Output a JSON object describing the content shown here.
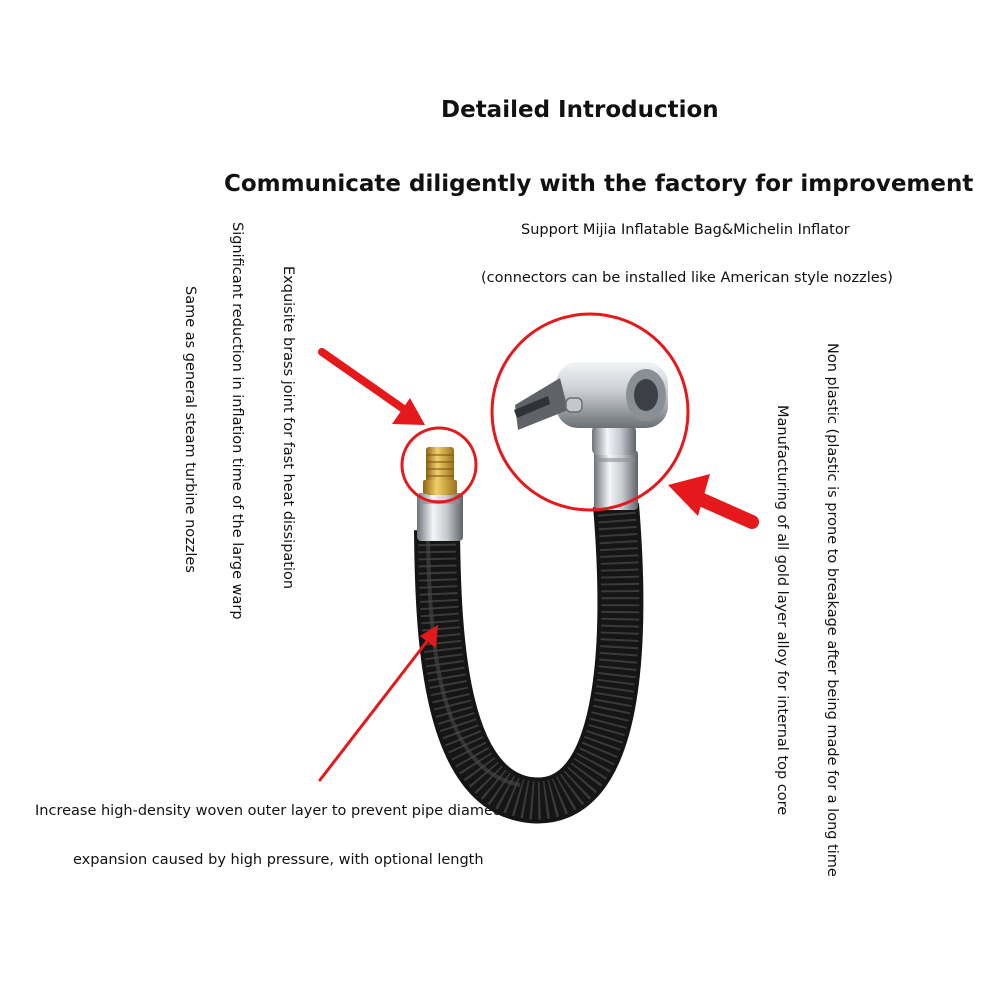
{
  "heading": {
    "title": "Detailed Introduction",
    "subtitle": "Communicate diligently with the factory for improvement"
  },
  "support": {
    "line1": "Support Mijia Inflatable Bag&Michelin Inflator",
    "line2": "(connectors can be installed like American style nozzles)"
  },
  "vertical_notes": {
    "brass": "Exquisite brass joint for fast heat dissipation",
    "inflation": "Significant reduction in inflation time of the large warp",
    "steam": "Same as general steam turbine nozzles",
    "non_plastic": "Non plastic (plastic is prone to breakage after being made for a long time",
    "gold_layer": "Manufacturing of all gold layer alloy for internal top core"
  },
  "bottom": {
    "line1": "Increase high-density woven outer layer to prevent pipe diameter",
    "line2": "expansion caused by high pressure, with optional length"
  },
  "colors": {
    "accent": "#e5191c",
    "hose": "#151515",
    "brass": "#c99a2e",
    "chrome": "#bfc3c8"
  }
}
